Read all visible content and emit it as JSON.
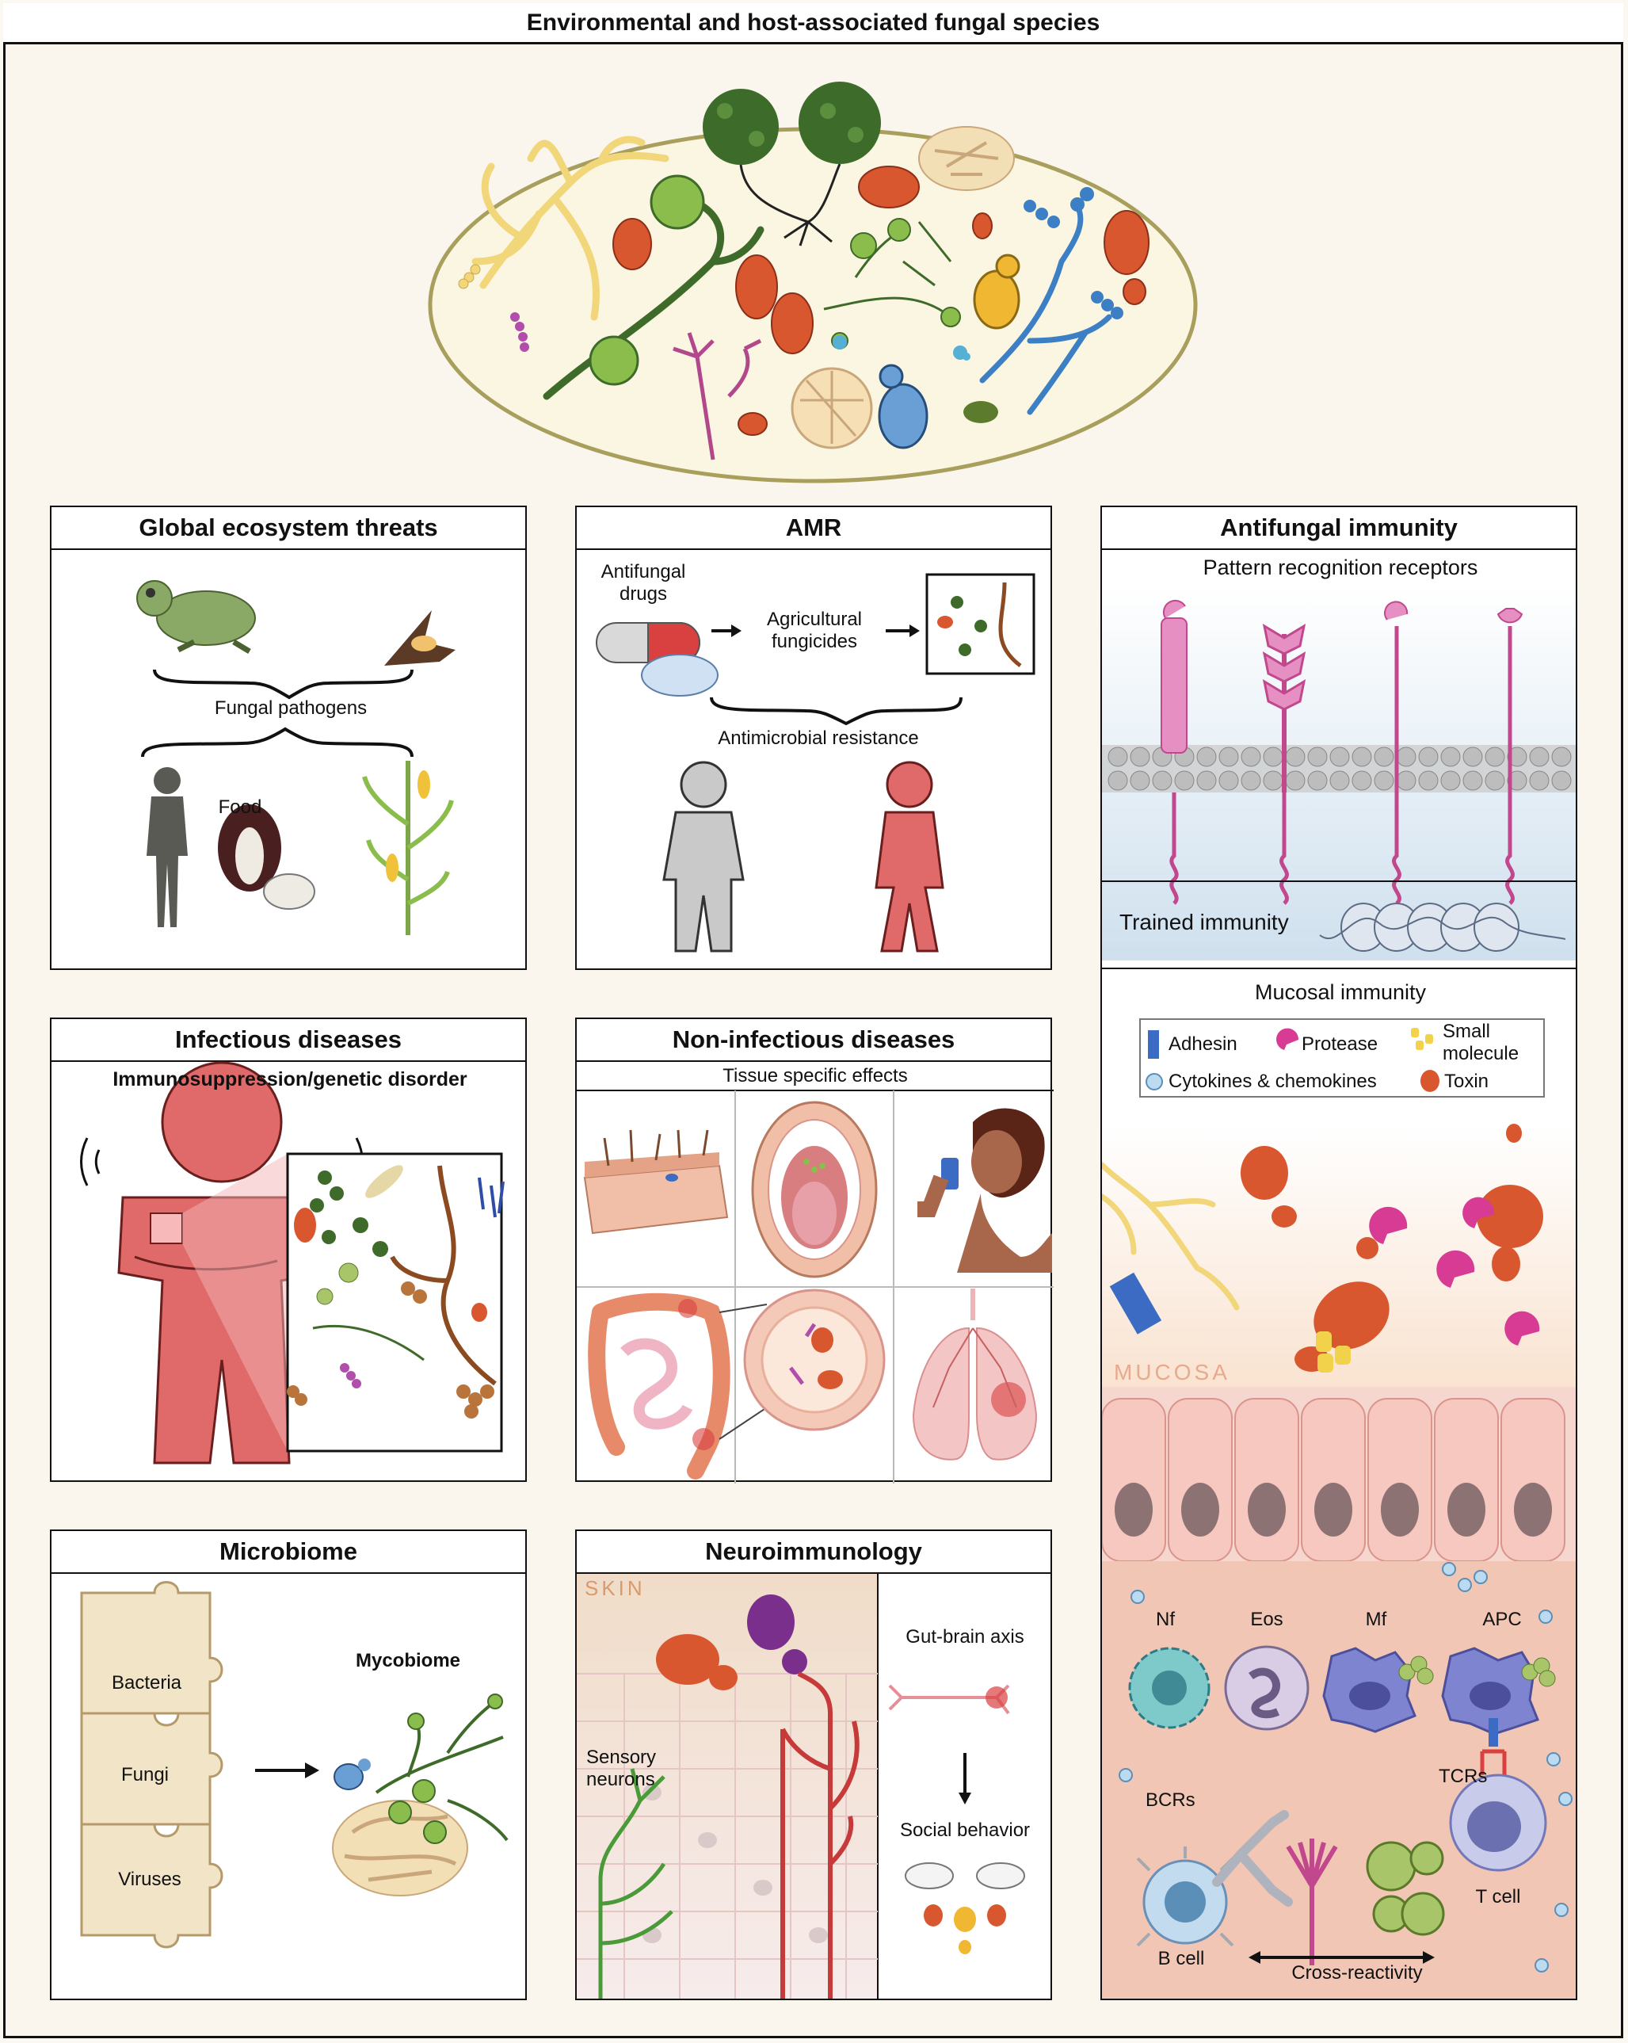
{
  "header": {
    "title": "Environmental and host-associated fungal species"
  },
  "panels": {
    "global": {
      "title": "Global ecosystem threats",
      "fungal_pathogens": "Fungal pathogens",
      "food": "Food"
    },
    "amr": {
      "title": "AMR",
      "antifungal_drugs": "Antifungal drugs",
      "agricultural_fungicides": "Agricultural fungicides",
      "antimicrobial_resistance": "Antimicrobial resistance"
    },
    "immunity": {
      "title": "Antifungal immunity",
      "prr": "Pattern recognition receptors",
      "trained": "Trained immunity",
      "mucosal": "Mucosal immunity",
      "legend": {
        "adhesin": "Adhesin",
        "protease": "Protease",
        "small_molecule": "Small molecule",
        "cytokines": "Cytokines & chemokines",
        "toxin": "Toxin"
      },
      "mucosa": "MUCOSA",
      "cells": {
        "nf": "Nf",
        "eos": "Eos",
        "mf": "Mf",
        "apc": "APC"
      },
      "bcrs": "BCRs",
      "tcrs": "TCRs",
      "t_cell": "T cell",
      "b_cell": "B cell",
      "cross_reactivity": "Cross-reactivity"
    },
    "infectious": {
      "title": "Infectious diseases",
      "subtitle": "Immunosuppression/genetic disorder"
    },
    "noninfectious": {
      "title": "Non-infectious diseases",
      "subtitle": "Tissue specific effects"
    },
    "microbiome": {
      "title": "Microbiome",
      "bacteria": "Bacteria",
      "fungi": "Fungi",
      "viruses": "Viruses",
      "mycobiome": "Mycobiome"
    },
    "neuro": {
      "title": "Neuroimmunology",
      "skin": "SKIN",
      "sensory": "Sensory neurons",
      "gut_brain": "Gut-brain axis",
      "social": "Social behavior"
    }
  },
  "colors": {
    "red": "#e06a6a",
    "orange": "#d9572f",
    "green": "#8bbd4c",
    "darkgreen": "#3f6b2a",
    "pink": "#e06fb0",
    "blue": "#3c7fc4",
    "yellow": "#f0c23a",
    "mucosa": "#f2c3b4"
  }
}
